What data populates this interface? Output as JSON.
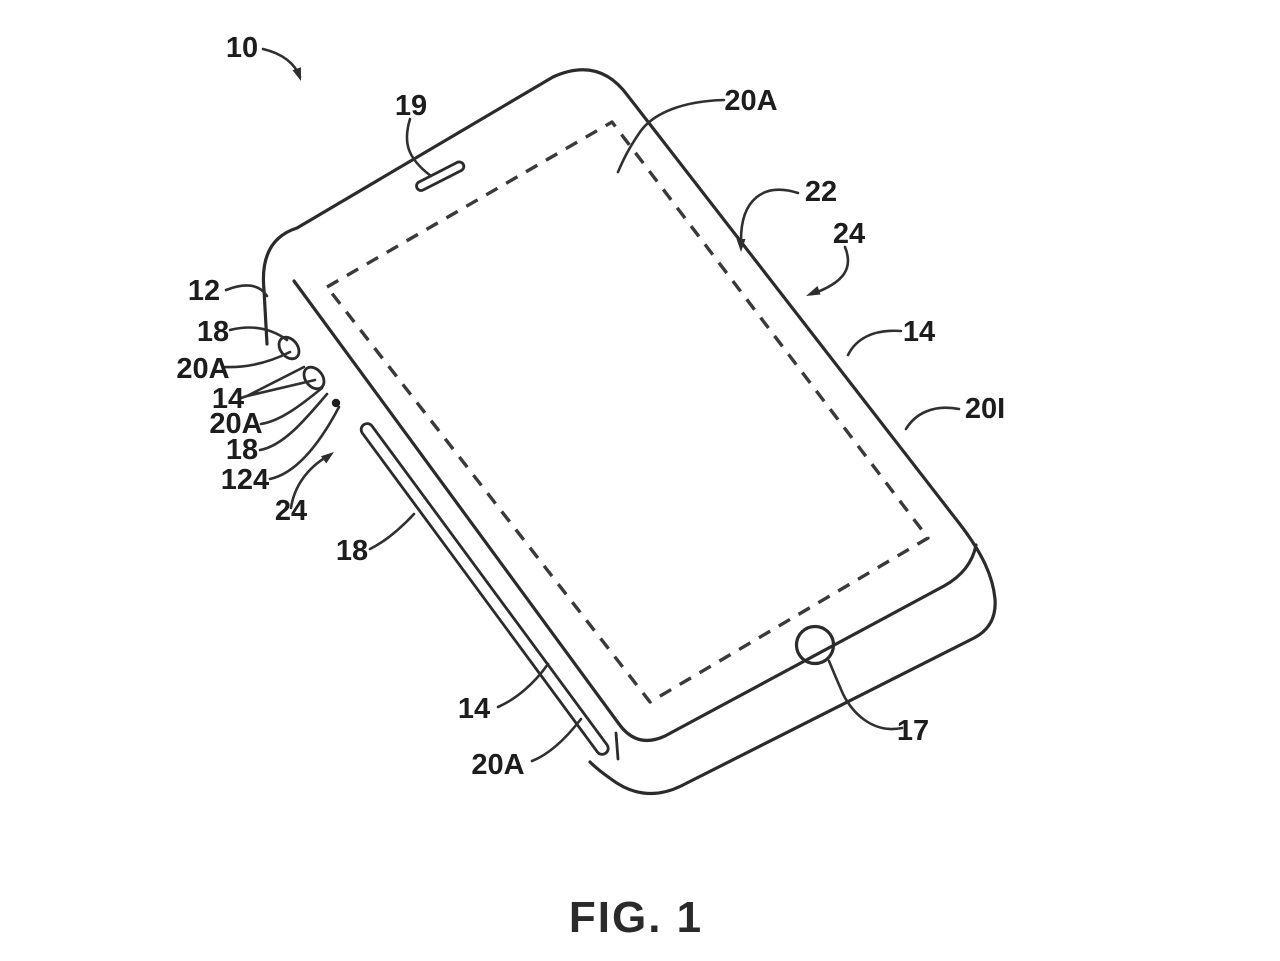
{
  "page": {
    "background": "#ffffff",
    "ink": "#2b2b2b"
  },
  "figure": {
    "caption": "FIG. 1",
    "kind": "patent-line-drawing",
    "labels": [
      {
        "id": "10",
        "text": "10"
      },
      {
        "id": "19",
        "text": "19"
      },
      {
        "id": "20A-top",
        "text": "20A"
      },
      {
        "id": "22",
        "text": "22"
      },
      {
        "id": "24-right",
        "text": "24"
      },
      {
        "id": "14-right",
        "text": "14"
      },
      {
        "id": "20I",
        "text": "20I"
      },
      {
        "id": "12",
        "text": "12"
      },
      {
        "id": "18-left-1",
        "text": "18"
      },
      {
        "id": "20A-left-1",
        "text": "20A"
      },
      {
        "id": "14-left",
        "text": "14"
      },
      {
        "id": "20A-left-2",
        "text": "20A"
      },
      {
        "id": "18-left-2",
        "text": "18"
      },
      {
        "id": "124",
        "text": "124"
      },
      {
        "id": "24-left",
        "text": "24"
      },
      {
        "id": "18-left-3",
        "text": "18"
      },
      {
        "id": "14-bottom",
        "text": "14"
      },
      {
        "id": "20A-bottom",
        "text": "20A"
      },
      {
        "id": "17",
        "text": "17"
      }
    ]
  }
}
